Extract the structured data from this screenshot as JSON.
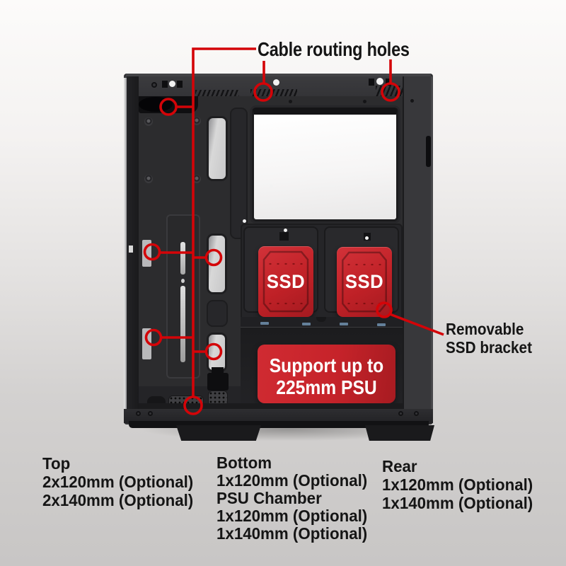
{
  "colors": {
    "annotation_red": "#d40408",
    "ssd_red": "#c02127",
    "banner_red": "#c6232a",
    "case_dark": "#2c2c2e",
    "text_dark": "#151515"
  },
  "labels": {
    "cable_routing_holes": "Cable routing holes",
    "removable_line1": "Removable",
    "removable_line2": "SSD bracket",
    "ssd": "SSD",
    "banner_line1": "Support up to",
    "banner_line2": "225mm PSU"
  },
  "fan_specs": {
    "columns": [
      {
        "lines": [
          "Top",
          "2x120mm (Optional)",
          "2x140mm (Optional)"
        ]
      },
      {
        "lines": [
          "Bottom",
          "1x120mm (Optional)",
          "PSU Chamber",
          "1x120mm (Optional)",
          "1x140mm (Optional)"
        ]
      },
      {
        "lines": [
          "Rear",
          "1x120mm (Optional)",
          "1x140mm (Optional)"
        ]
      }
    ]
  }
}
